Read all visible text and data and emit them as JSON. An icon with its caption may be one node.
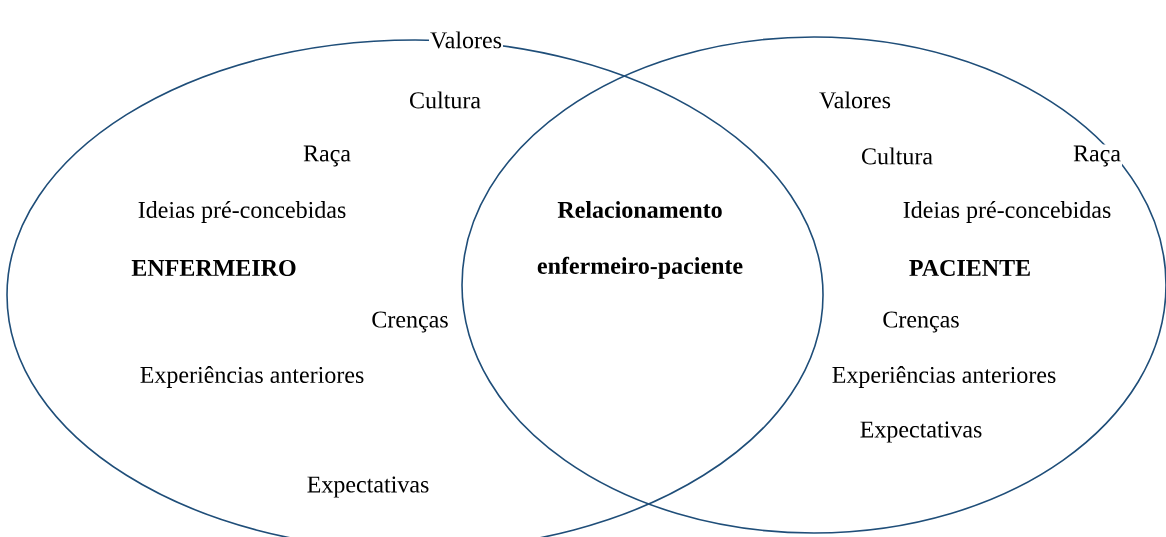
{
  "diagram": {
    "nodes": [
      {
        "text": [
          "Valores",
          "Cultura",
          "Raça",
          "Ideias pré-concebidas",
          "ENFERMEIRO",
          "Crenças",
          "Experiências anteriores",
          "Expectativas"
        ]
      },
      {
        "text": [
          "Valores",
          "Cultura",
          "Raça",
          "Ideias pré-concebidas",
          "PACIENTE",
          "Crenças",
          "Experiências anteriores",
          "Expectativas"
        ]
      }
    ],
    "labels": [
      "Relacionamento enfermeiro-paciente"
    ]
  }
}
